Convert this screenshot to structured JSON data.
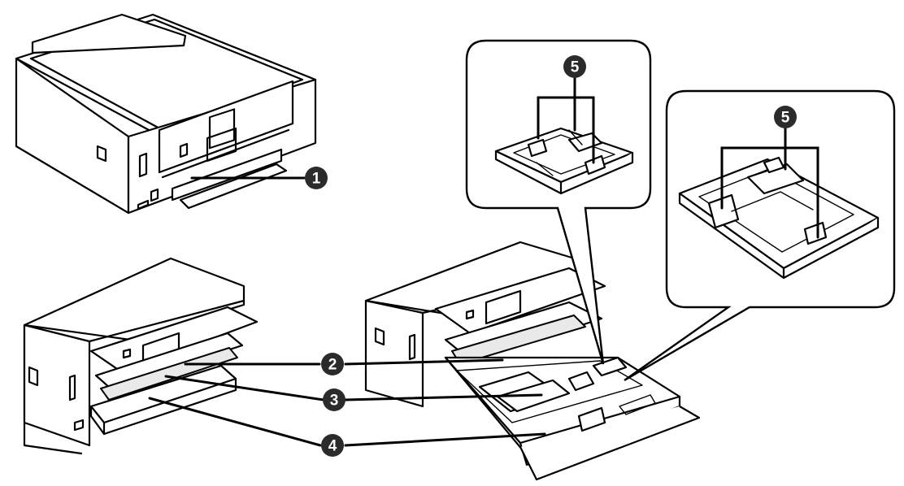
{
  "callouts": [
    {
      "id": "1",
      "label": "1"
    },
    {
      "id": "2",
      "label": "2"
    },
    {
      "id": "3",
      "label": "3"
    },
    {
      "id": "4",
      "label": "4"
    },
    {
      "id": "5a",
      "label": "5"
    },
    {
      "id": "5b",
      "label": "5"
    }
  ]
}
